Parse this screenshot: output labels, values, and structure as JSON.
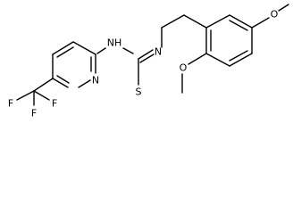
{
  "molecule": {
    "atoms": {
      "nh": "NH",
      "n_thiourea": "N",
      "s": "S",
      "n_pyridine": "N",
      "f1": "F",
      "f2": "F",
      "f3": "F",
      "o_top": "O",
      "o_bottom": "O"
    }
  }
}
